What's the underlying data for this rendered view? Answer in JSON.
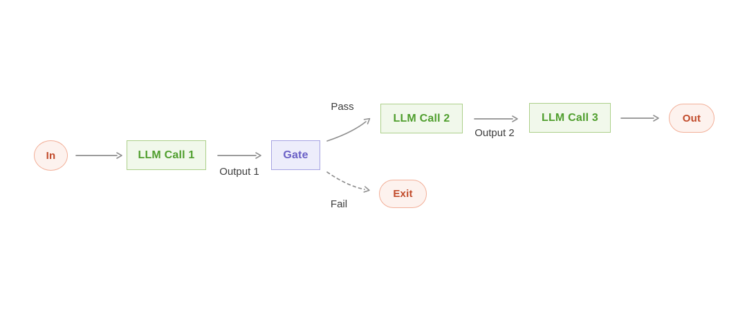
{
  "colors": {
    "canvas-bg": "#ffffff",
    "arrow": "#8f8f8f",
    "label-text": "#3d3d3d",
    "green-fill": "#f1f8eb",
    "green-border": "#abcf88",
    "green-text": "#4f9e2d",
    "pink-fill": "#fdf2ee",
    "pink-border": "#f2ae97",
    "pink-text": "#c14a2a",
    "purple-fill": "#ededfb",
    "purple-border": "#a5a2e2",
    "purple-text": "#6a60c6"
  },
  "nodes": {
    "in": {
      "label": "In",
      "shape": "ellipse",
      "color": "pink"
    },
    "llm_call_1": {
      "label": "LLM Call 1",
      "shape": "rect",
      "color": "green"
    },
    "gate": {
      "label": "Gate",
      "shape": "rect",
      "color": "purple"
    },
    "llm_call_2": {
      "label": "LLM Call 2",
      "shape": "rect",
      "color": "green"
    },
    "llm_call_3": {
      "label": "LLM Call 3",
      "shape": "rect",
      "color": "green"
    },
    "exit": {
      "label": "Exit",
      "shape": "stadium",
      "color": "pink"
    },
    "out": {
      "label": "Out",
      "shape": "stadium",
      "color": "pink"
    }
  },
  "edges": [
    {
      "from": "in",
      "to": "llm_call_1",
      "label": "",
      "style": "solid"
    },
    {
      "from": "llm_call_1",
      "to": "gate",
      "label": "Output 1",
      "style": "solid"
    },
    {
      "from": "gate",
      "to": "llm_call_2",
      "label": "Pass",
      "style": "solid-curve"
    },
    {
      "from": "gate",
      "to": "exit",
      "label": "Fail",
      "style": "dashed-curve"
    },
    {
      "from": "llm_call_2",
      "to": "llm_call_3",
      "label": "Output 2",
      "style": "solid"
    },
    {
      "from": "llm_call_3",
      "to": "out",
      "label": "",
      "style": "solid"
    }
  ]
}
